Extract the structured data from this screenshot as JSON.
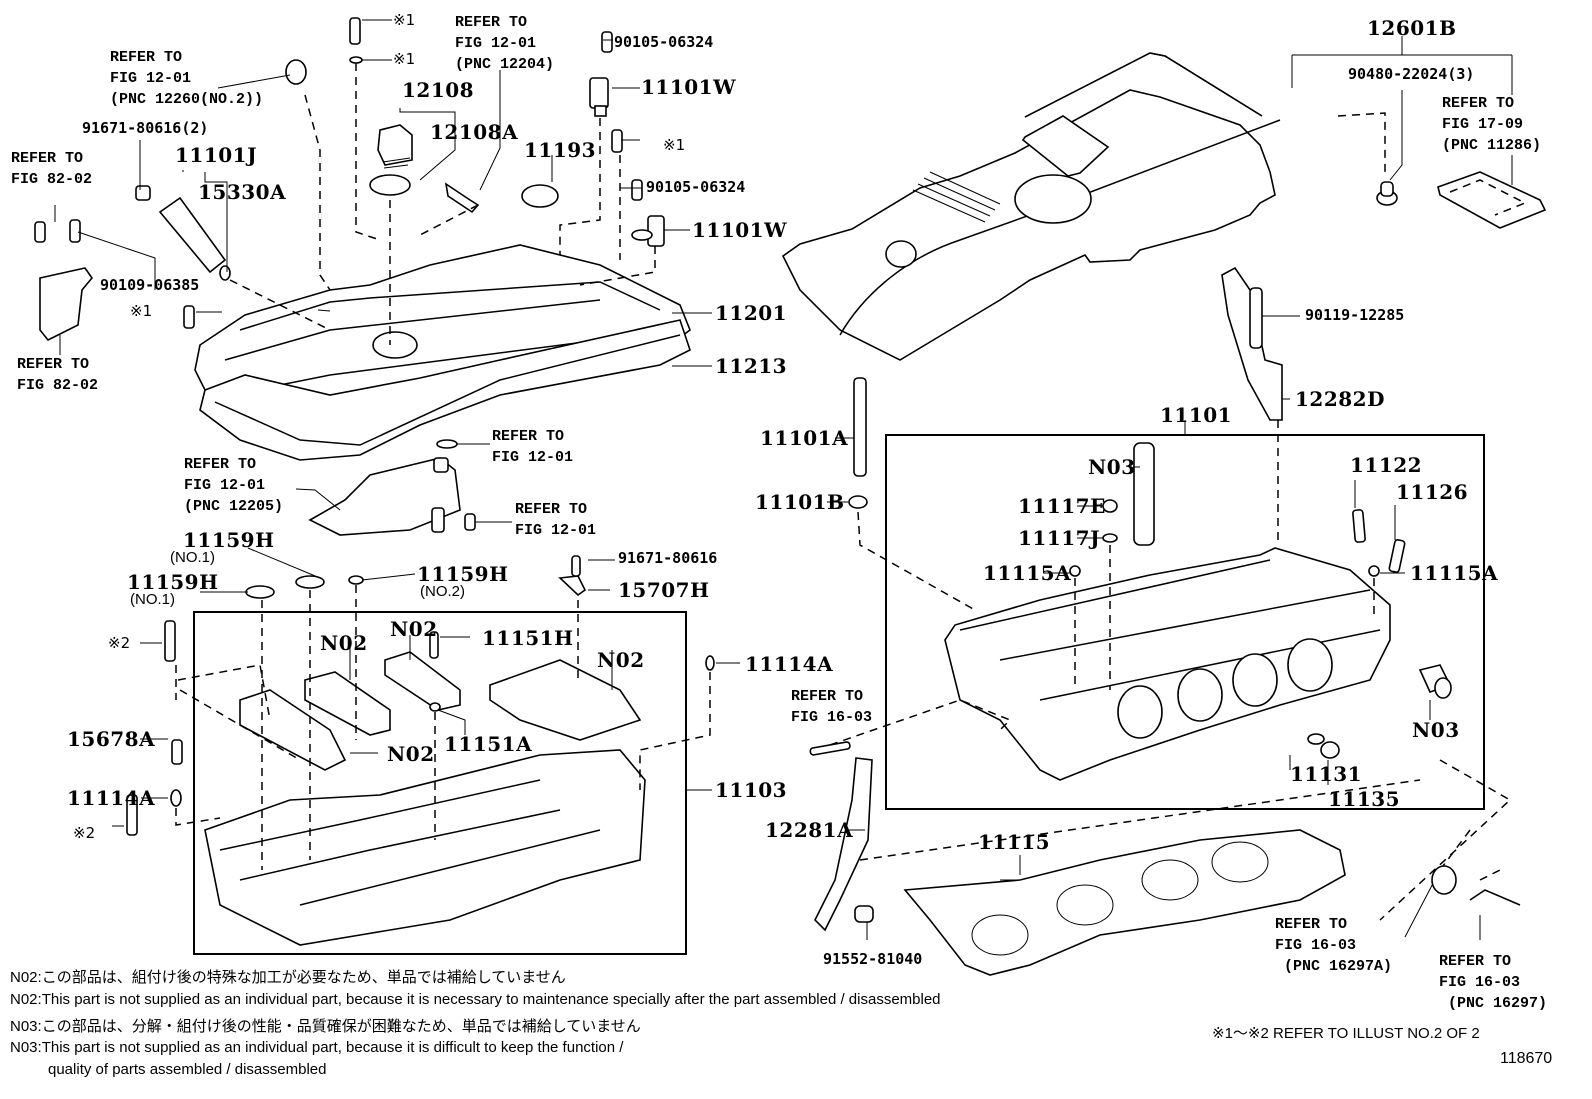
{
  "diagram_id": "118670",
  "footnote_ref": "※1～※2  REFER TO ILLUST NO.2 OF 2",
  "notes": [
    {
      "code": "N02",
      "text": "この部品は、組付け後の特殊な加工が必要なため、単品では補給していません"
    },
    {
      "code": "N02",
      "text": "This part is not supplied as an individual part, because it is necessary to maintenance specially after the part assembled / disassembled"
    },
    {
      "code": "N03",
      "text": "この部品は、分解・組付け後の性能・品質確保が困難なため、単品では補給していません"
    },
    {
      "code": "N03",
      "text": "This part is not supplied as an individual part, because it is difficult to keep the function /"
    },
    {
      "code": "",
      "text": "quality of parts  assembled / disassembled"
    }
  ],
  "parts": {
    "p12601B": "12601B",
    "p90480": "90480-22024(3)",
    "p11101W_a": "11101W",
    "p11101W_b": "11101W",
    "p90105_a": "90105-06324",
    "p90105_b": "90105-06324",
    "p12108": "12108",
    "p12108A": "12108A",
    "p11193": "11193",
    "p11101J": "11101J",
    "p15330A": "15330A",
    "p91671_2": "91671-80616(2)",
    "p90109": "90109-06385",
    "p11201": "11201",
    "p11213": "11213",
    "p90119": "90119-12285",
    "p12282D": "12282D",
    "p11101": "11101",
    "p11101A": "11101A",
    "p11101B": "11101B",
    "pN03_a": "N03",
    "pN03_b": "N03",
    "p11117E": "11117E",
    "p11117J": "11117J",
    "p11115A_a": "11115A",
    "p11115A_b": "11115A",
    "p11122": "11122",
    "p11126": "11126",
    "p11131": "11131",
    "p11135": "11135",
    "p11159H_a": "11159H",
    "p11159H_a_sub": "(NO.1)",
    "p11159H_b": "11159H",
    "p11159H_b_sub": "(NO.1)",
    "p11159H_c": "11159H",
    "p11159H_c_sub": "(NO.2)",
    "p91671": "91671-80616",
    "p15707H": "15707H",
    "pN02_a": "N02",
    "pN02_b": "N02",
    "pN02_c": "N02",
    "pN02_d": "N02",
    "p11151H": "11151H",
    "p11151A": "11151A",
    "p11114A_a": "11114A",
    "p11114A_b": "11114A",
    "p15678A": "15678A",
    "p11103": "11103",
    "p12281A": "12281A",
    "p11115": "11115",
    "p91552": "91552-81040"
  },
  "marks": {
    "m1_a": "※1",
    "m1_b": "※1",
    "m1_c": "※1",
    "m1_d": "※1",
    "m2_a": "※2",
    "m2_b": "※2"
  },
  "refs": {
    "r_12260": "REFER TO\nFIG 12-01\n(PNC 12260(NO.2))",
    "r_12204": "REFER TO\nFIG 12-01\n(PNC 12204)",
    "r_17_09": "REFER TO\nFIG 17-09\n(PNC 11286)",
    "r_82_02_top": "REFER TO\nFIG 82-02",
    "r_82_02_bot": "REFER TO\nFIG 82-02",
    "r_12_01_a": "REFER TO\nFIG 12-01",
    "r_12205": "REFER TO\nFIG 12-01\n(PNC 12205)",
    "r_12_01_b": "REFER TO\nFIG 12-01",
    "r_16_03": "REFER TO\nFIG 16-03",
    "r_16297A": "REFER TO\nFIG 16-03\n (PNC 16297A)",
    "r_16297": "REFER TO\nFIG 16-03\n (PNC 16297)"
  }
}
